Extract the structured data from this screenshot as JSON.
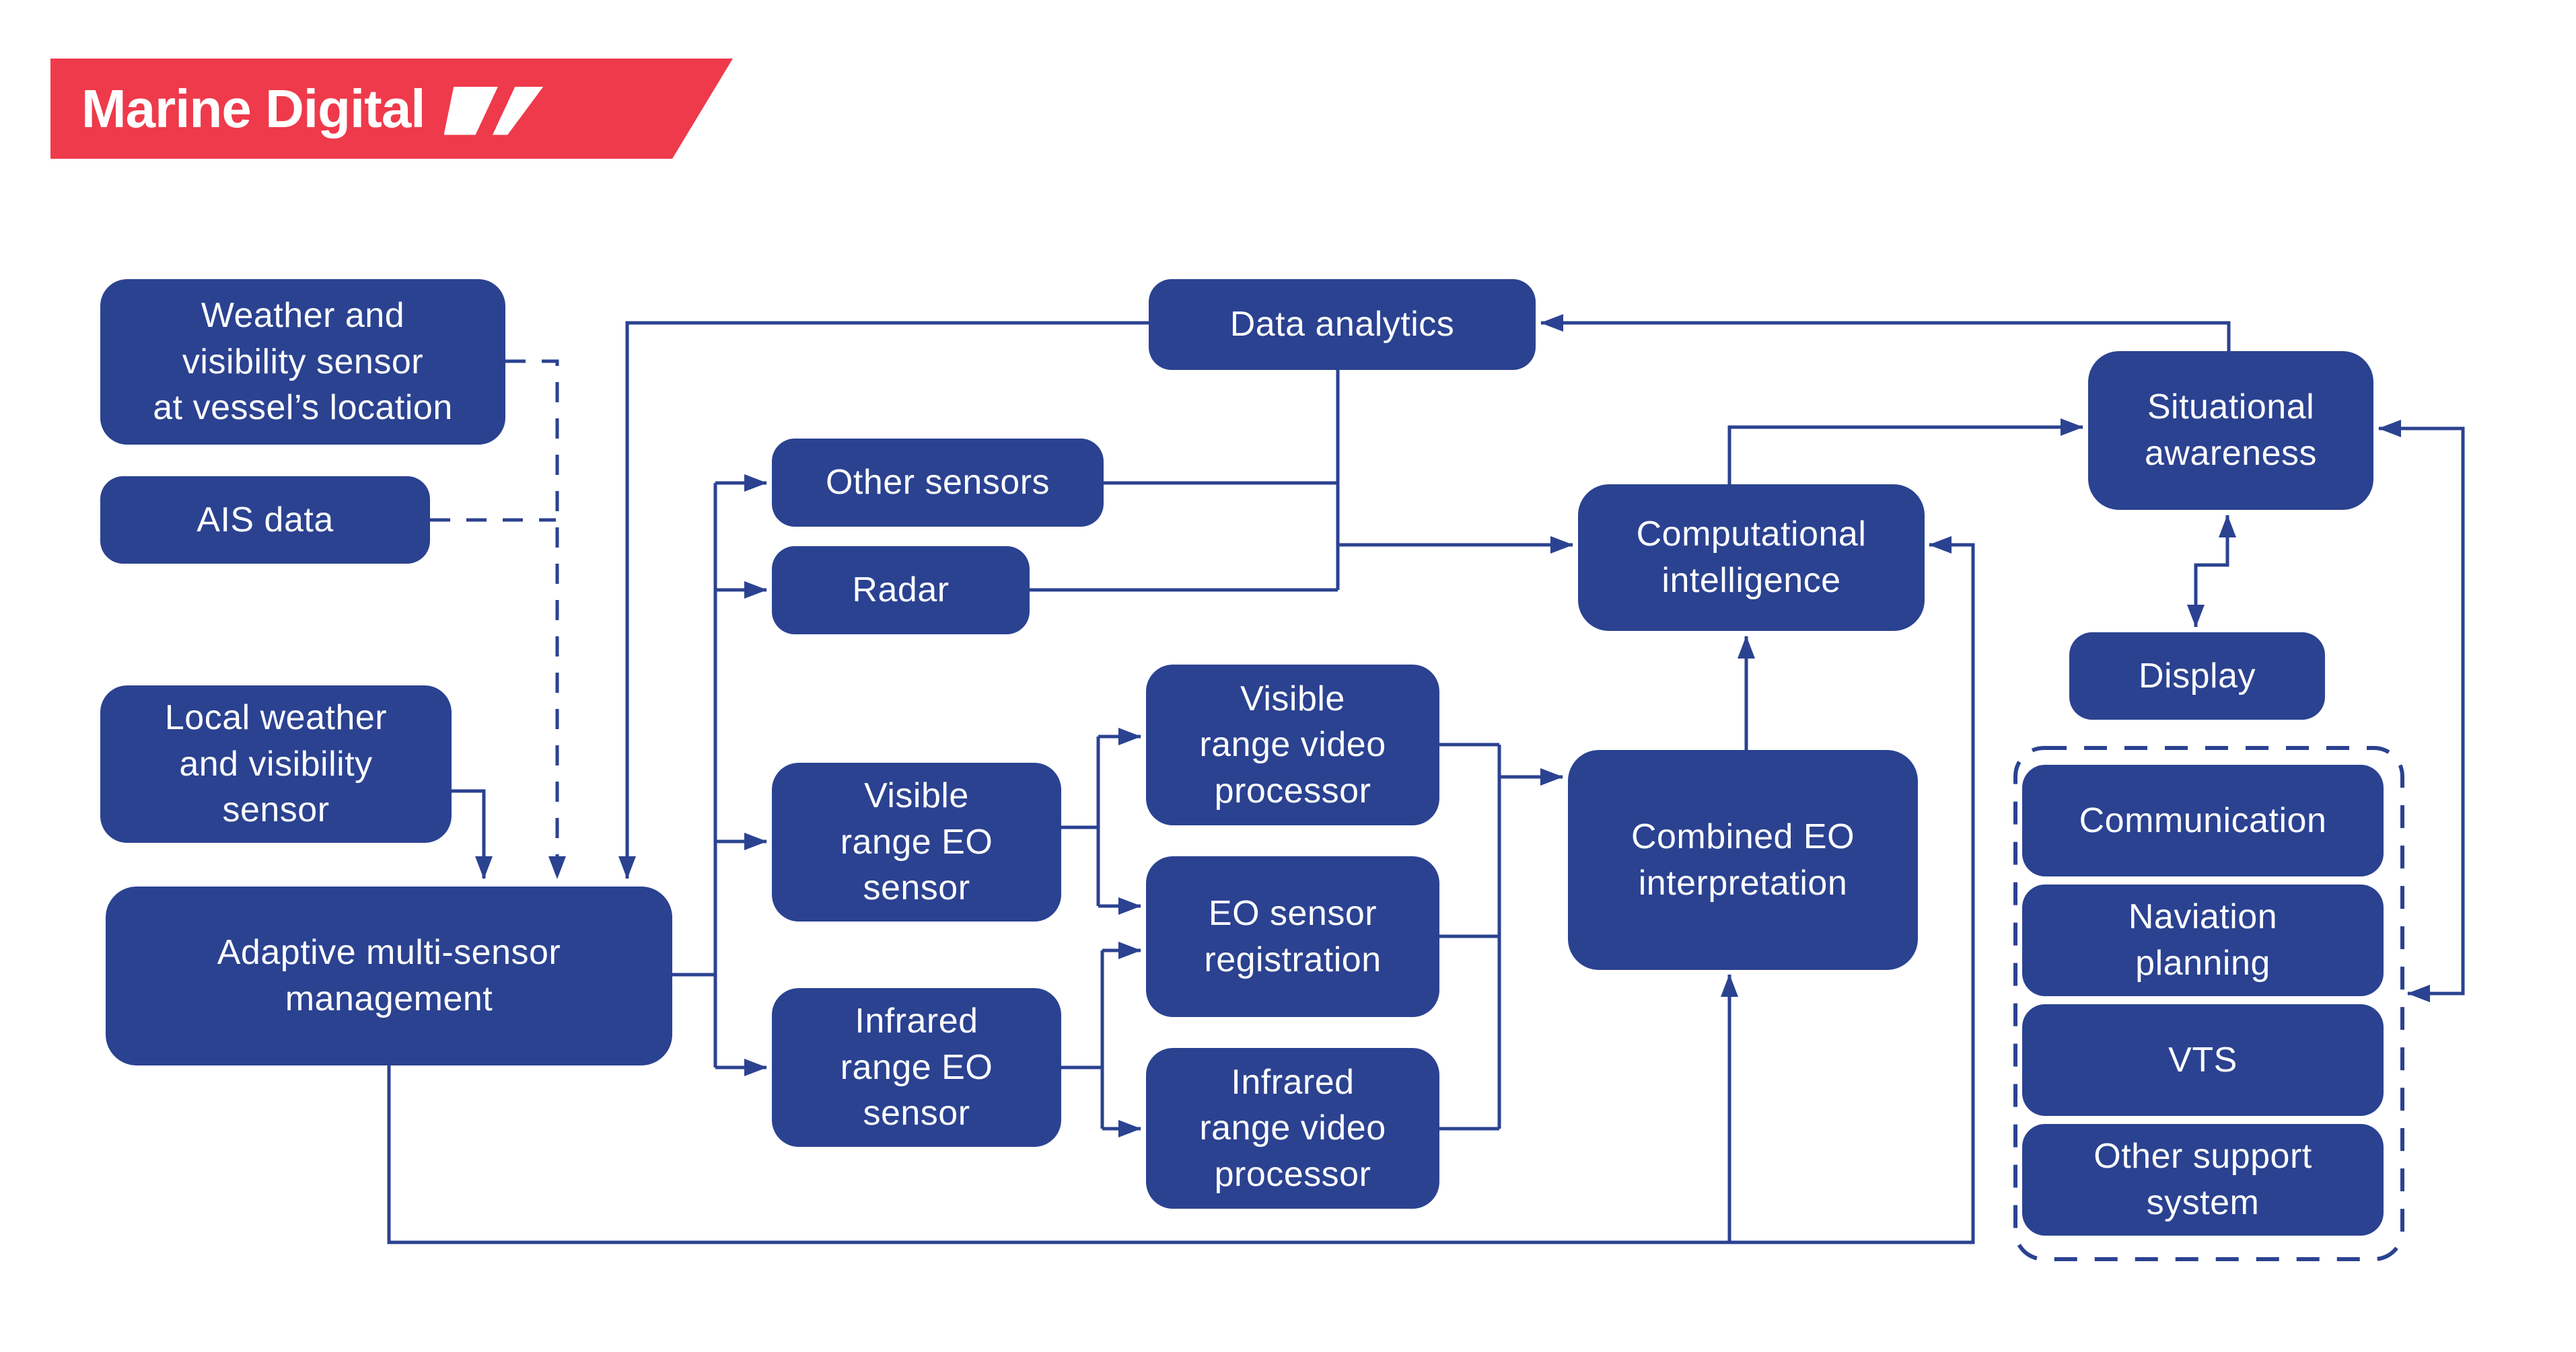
{
  "colors": {
    "node_fill": "#2B4291",
    "line": "#2B4291",
    "text": "#FFFFFF",
    "logo_red": "#EE3A4B",
    "background": "#FFFFFF"
  },
  "logo": {
    "text": "Marine Digital",
    "flag_icon": "slanted-flag"
  },
  "nodes": {
    "weather_vessel": {
      "label": "Weather and\nvisibility sensor\nat vessel’s location"
    },
    "ais": {
      "label": "AIS data"
    },
    "local_weather": {
      "label": "Local weather\nand visibility\nsensor"
    },
    "adaptive": {
      "label": "Adaptive multi-sensor\nmanagement"
    },
    "other_sensors": {
      "label": "Other sensors"
    },
    "radar": {
      "label": "Radar"
    },
    "visible_eo": {
      "label": "Visible\nrange EO\nsensor"
    },
    "infrared_eo": {
      "label": "Infrared\nrange EO\nsensor"
    },
    "vis_processor": {
      "label": "Visible\nrange video\nprocessor"
    },
    "eo_registration": {
      "label": "EO sensor\nregistration"
    },
    "ir_processor": {
      "label": "Infrared\nrange video\nprocessor"
    },
    "combined_eo": {
      "label": "Combined EO\ninterpretation"
    },
    "comp_intel": {
      "label": "Computational\nintelligence"
    },
    "data_analytics": {
      "label": "Data analytics"
    },
    "sit_awareness": {
      "label": "Situational\nawareness"
    },
    "display": {
      "label": "Display"
    },
    "communication": {
      "label": "Communication"
    },
    "nav_planning": {
      "label": "Naviation\nplanning"
    },
    "vts": {
      "label": "VTS"
    },
    "other_support": {
      "label": "Other support\nsystem"
    }
  }
}
